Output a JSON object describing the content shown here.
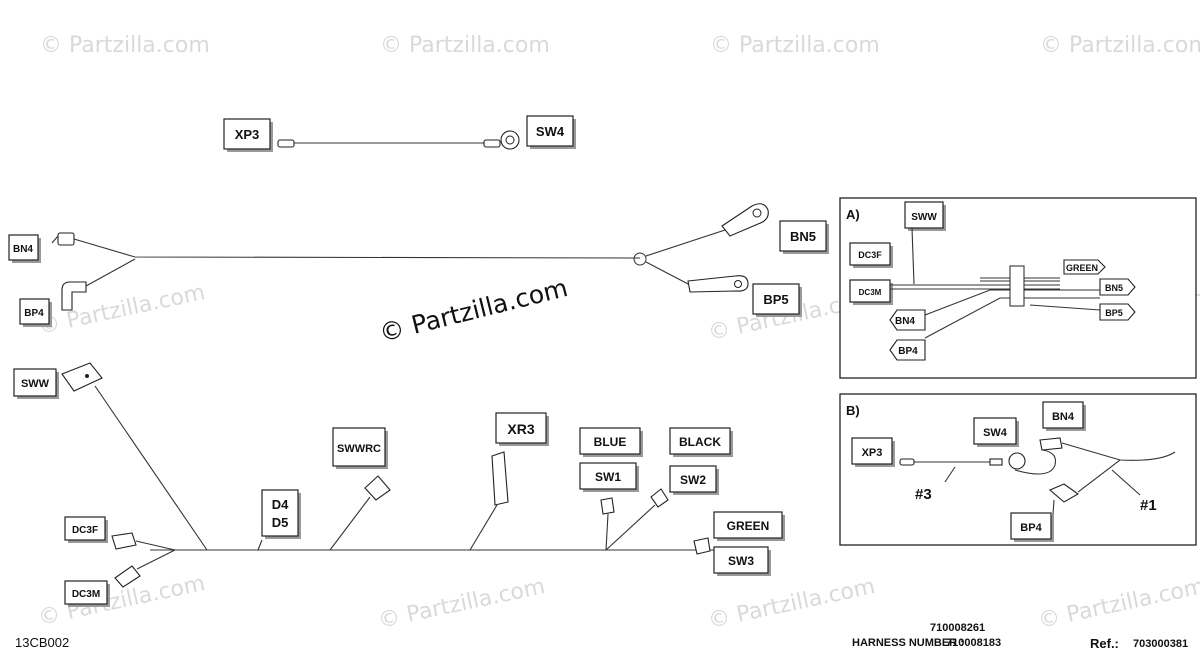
{
  "watermark": "© Partzilla.com",
  "main_watermark": "© Partzilla.com",
  "labels": {
    "xp3": "XP3",
    "sw4": "SW4",
    "bn4": "BN4",
    "bp4": "BP4",
    "bn5": "BN5",
    "bp5": "BP5",
    "sww": "SWW",
    "swwrc": "SWWRC",
    "xr3": "XR3",
    "d4": "D4",
    "d5": "D5",
    "blue": "BLUE",
    "black": "BLACK",
    "sw1": "SW1",
    "sw2": "SW2",
    "green": "GREEN",
    "sw3": "SW3",
    "dc3f": "DC3F",
    "dc3m": "DC3M"
  },
  "detail_a": {
    "title": "A)",
    "sww": "SWW",
    "dc3f": "DC3F",
    "dc3m": "DC3M",
    "green": "GREEN",
    "bn5": "BN5",
    "bp5": "BP5",
    "bn4": "BN4",
    "bp4": "BP4"
  },
  "detail_b": {
    "title": "B)",
    "bn4": "BN4",
    "sw4": "SW4",
    "xp3": "XP3",
    "bp4": "BP4",
    "ref3": "#3",
    "ref1": "#1"
  },
  "footer": {
    "code": "13CB002",
    "harness_label": "HARNESS NUMBER :",
    "harness_1": "710008261",
    "harness_2": "710008183",
    "ref_label": "Ref.:",
    "ref_value": "703000381"
  }
}
